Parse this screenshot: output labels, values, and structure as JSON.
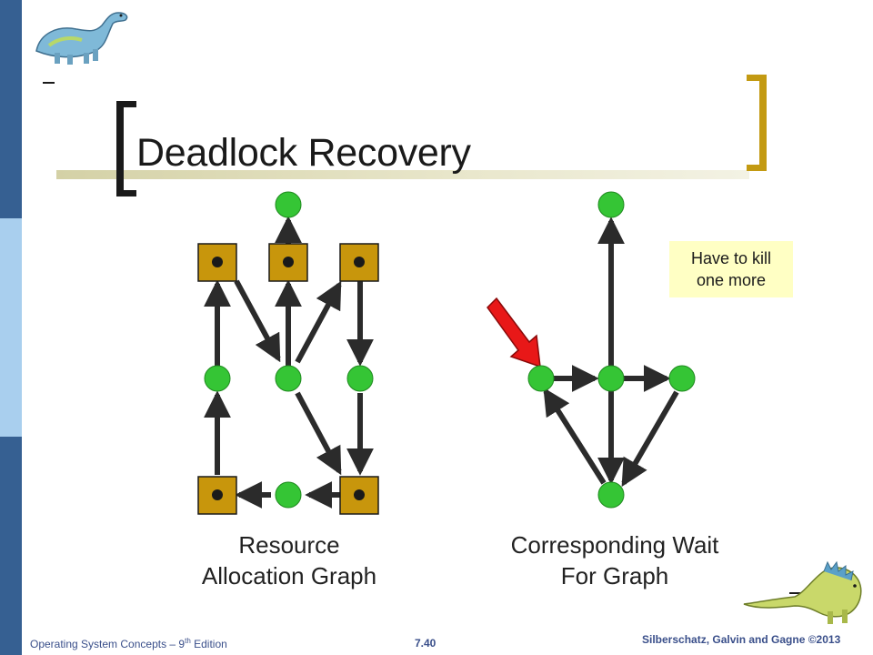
{
  "slide": {
    "title": "Deadlock Recovery",
    "callout": "Have to kill one more",
    "left_caption_line1": "Resource",
    "left_caption_line2": "Allocation Graph",
    "right_caption_line1": "Corresponding Wait",
    "right_caption_line2": "For Graph"
  },
  "footer": {
    "book": "Operating System Concepts – 9",
    "book_sup": "th",
    "book_tail": " Edition",
    "page": "7.40",
    "authors": "Silberschatz, Galvin and Gagne ©2013"
  },
  "colors": {
    "process_node": "#35c535",
    "resource_box": "#c8960c",
    "edge": "#2b2b2b",
    "kill_arrow": "#e81818",
    "callout_bg": "#ffffc4"
  },
  "icons": [
    "dinosaur-logo-icon",
    "dinosaur-mascot-icon"
  ]
}
